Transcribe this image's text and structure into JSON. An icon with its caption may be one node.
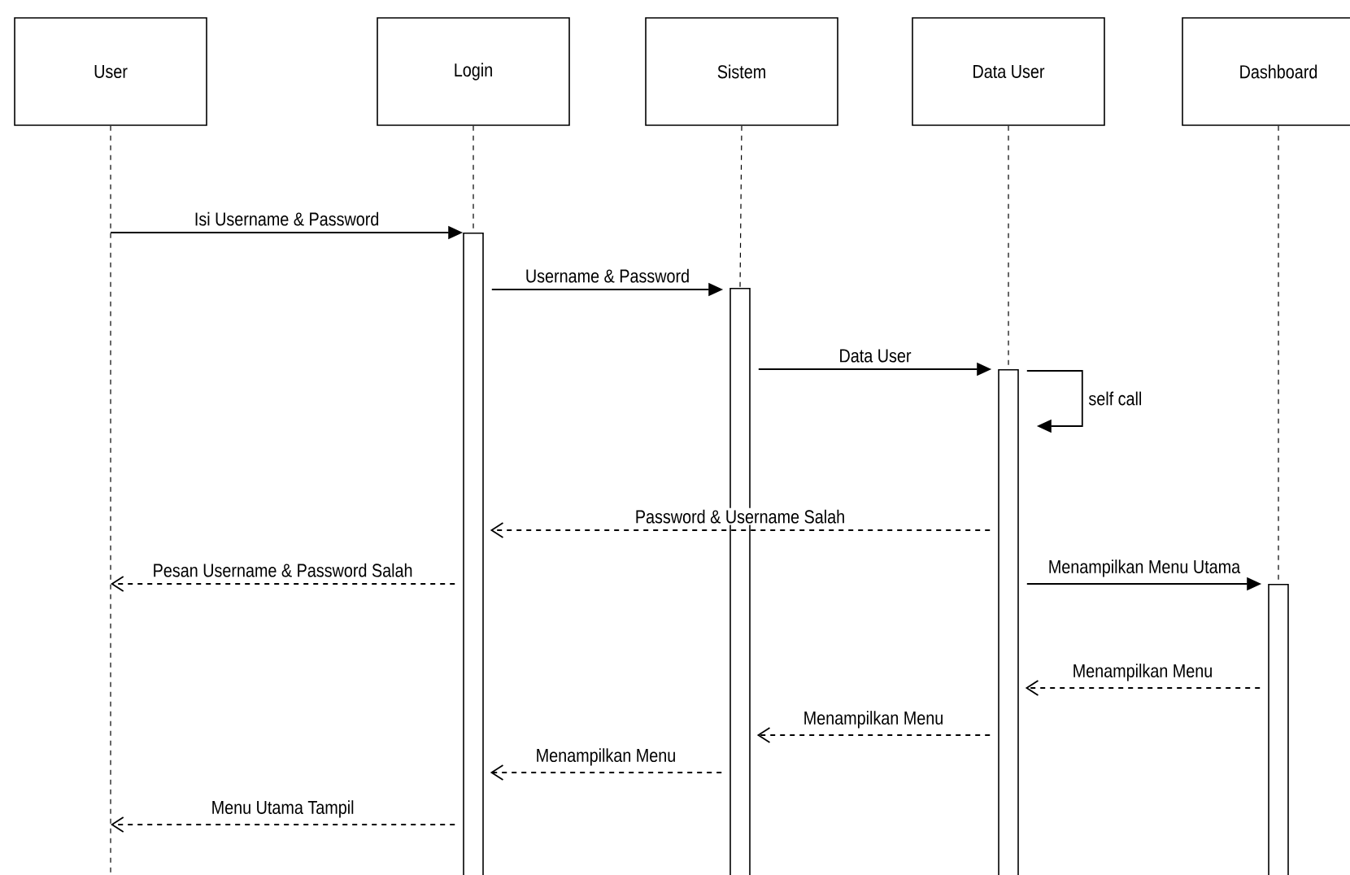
{
  "diagram": {
    "nodes": [
      {
        "text": [
          "User"
        ]
      },
      {
        "text": [
          "Login"
        ]
      },
      {
        "text": [
          "Sistem"
        ]
      },
      {
        "text": [
          "Data User"
        ]
      },
      {
        "text": [
          "Dashboard"
        ]
      },
      {
        "text": [],
        "shape": "bar"
      },
      {
        "text": [],
        "shape": "bar"
      },
      {
        "text": [],
        "shape": "bar"
      },
      {
        "text": [],
        "shape": "bar"
      }
    ],
    "edges": [
      {
        "from": 0,
        "to": null,
        "arrow": "none",
        "style": "dashed"
      },
      {
        "from": 1,
        "to": 5,
        "arrow": "none",
        "style": "dashed"
      },
      {
        "from": 2,
        "to": 6,
        "arrow": "none",
        "style": "dashed"
      },
      {
        "from": 3,
        "to": 7,
        "arrow": "none",
        "style": "dashed"
      },
      {
        "from": 4,
        "to": 8,
        "arrow": "none",
        "style": "dashed"
      },
      {
        "from": null,
        "to": 5,
        "arrow": "to",
        "label": "Isi Username & Password"
      },
      {
        "from": 5,
        "to": 6,
        "arrow": "to",
        "label": "Username & Password"
      },
      {
        "from": 6,
        "to": 7,
        "arrow": "to",
        "label": "Data User"
      },
      {
        "from": 7,
        "to": 7,
        "arrow": "to",
        "label": "self call"
      },
      {
        "from": 7,
        "to": 5,
        "arrow": "to",
        "label": "Password & Username Salah",
        "style": "dashed"
      },
      {
        "from": 5,
        "to": null,
        "arrow": "to",
        "label": "Pesan Username & Password Salah",
        "style": "dashed"
      },
      {
        "from": 7,
        "to": 8,
        "arrow": "to",
        "label": "Menampilkan Menu Utama"
      },
      {
        "from": 8,
        "to": 7,
        "arrow": "to",
        "label": "Menampilkan Menu",
        "style": "dashed"
      },
      {
        "from": 7,
        "to": 6,
        "arrow": "to",
        "label": "Menampilkan Menu",
        "style": "dashed"
      },
      {
        "from": 6,
        "to": 5,
        "arrow": "to",
        "label": "Menampilkan Menu",
        "style": "dashed"
      },
      {
        "from": 5,
        "to": null,
        "arrow": "to",
        "label": "Menu Utama Tampil",
        "style": "dashed"
      }
    ]
  }
}
